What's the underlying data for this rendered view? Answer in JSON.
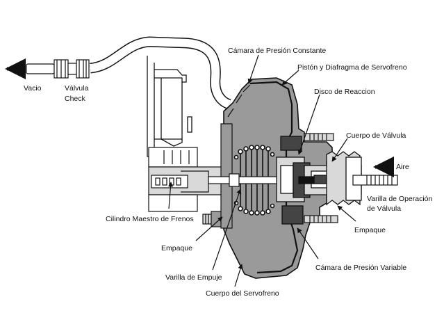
{
  "labels": {
    "vacio": "Vacio",
    "valvula_check_1": "Válvula",
    "valvula_check_2": "Check",
    "camara_constante": "Cámara de Presión Constante",
    "piston_diafragma": "Pistón y Diafragma de Servofreno",
    "disco_reaccion": "Disco de Reaccion",
    "cuerpo_valvula": "Cuerpo de Válvula",
    "aire": "Aire",
    "varilla_operacion_1": "Varilla de Operación",
    "varilla_operacion_2": "de Válvula",
    "empaque_right": "Empaque",
    "cilindro_maestro": "Cilindro Maestro de Frenos",
    "empaque_left": "Empaque",
    "varilla_empuje": "Varilla de Empuje",
    "camara_variable": "Cámara de Presión Variable",
    "cuerpo_servofreno": "Cuerpo del Servofreno"
  },
  "colors": {
    "stroke": "#111111",
    "housing_fill": "#9a9a9a",
    "dark_fill": "#444444",
    "light_fill": "#d9d9d9",
    "white": "#ffffff"
  }
}
